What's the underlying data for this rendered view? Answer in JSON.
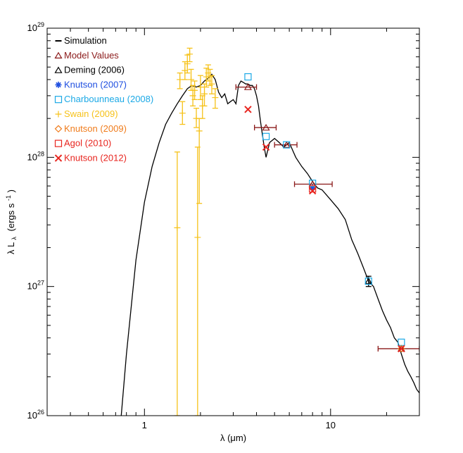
{
  "chart_data": {
    "type": "scatter",
    "title": "",
    "xlabel": "λ (μm)",
    "ylabel": "λ L",
    "ylabel_sub": "λ",
    "ylabel_unit": "(ergs s",
    "ylabel_unit_sup": "-1",
    "ylabel_unit_close": ")",
    "x_scale": "log",
    "y_scale": "log",
    "xlim": [
      0.3,
      30
    ],
    "ylim": [
      1e+26,
      1e+29
    ],
    "x_ticks": [
      {
        "value": 1,
        "label": "1"
      },
      {
        "value": 10,
        "label": "10"
      }
    ],
    "y_ticks": [
      {
        "value": 1e+26,
        "base": "10",
        "exp": "26"
      },
      {
        "value": 1e+27,
        "base": "10",
        "exp": "27"
      },
      {
        "value": 1e+28,
        "base": "10",
        "exp": "28"
      },
      {
        "value": 1e+29,
        "base": "10",
        "exp": "29"
      }
    ],
    "grid": false,
    "legend_position": "top-left",
    "legend": [
      {
        "label": "Simulation",
        "marker": "dash",
        "color": "#000000"
      },
      {
        "label": "Model Values",
        "marker": "triangle",
        "color": "#8B1A1A"
      },
      {
        "label": "Deming (2006)",
        "marker": "triangle",
        "color": "#000000"
      },
      {
        "label": "Knutson (2007)",
        "marker": "asterisk",
        "color": "#1F4FE0"
      },
      {
        "label": "Charbounneau (2008)",
        "marker": "square",
        "color": "#1BA9E6"
      },
      {
        "label": "Swain (2009)",
        "marker": "plus",
        "color": "#F6C21A"
      },
      {
        "label": "Knutson (2009)",
        "marker": "diamond",
        "color": "#F07C1C"
      },
      {
        "label": "Agol (2010)",
        "marker": "square",
        "color": "#E8251F"
      },
      {
        "label": "Knutson (2012)",
        "marker": "cross",
        "color": "#E8251F"
      }
    ],
    "simulation_curve": {
      "name": "Simulation",
      "color": "#000000",
      "x": [
        0.75,
        0.8,
        0.9,
        1.0,
        1.1,
        1.2,
        1.3,
        1.4,
        1.5,
        1.6,
        1.7,
        1.8,
        1.9,
        2.0,
        2.1,
        2.2,
        2.3,
        2.4,
        2.5,
        2.6,
        2.7,
        2.8,
        2.9,
        3.0,
        3.1,
        3.2,
        3.3,
        3.4,
        3.5,
        3.6,
        3.7,
        3.8,
        3.9,
        4.0,
        4.1,
        4.2,
        4.3,
        4.4,
        4.5,
        4.7,
        5.0,
        5.3,
        5.6,
        6.0,
        6.5,
        7.0,
        7.5,
        8.0,
        8.5,
        9.0,
        10.0,
        11.0,
        12.0,
        13.0,
        14.0,
        15.0,
        16.0,
        17.0,
        18.0,
        19.0,
        20.0,
        21.0,
        22.0,
        23.0,
        24.0,
        25.0,
        26.0,
        27.0,
        28.0,
        29.0,
        30.0
      ],
      "y": [
        1e+26,
        3e+26,
        1.6e+27,
        4.5e+27,
        8.5e+27,
        1.3e+28,
        1.8e+28,
        2.2e+28,
        2.6e+28,
        3e+28,
        3.4e+28,
        3.6e+28,
        3.5e+28,
        3.6e+28,
        3.9e+28,
        4.1e+28,
        4.4e+28,
        4e+28,
        3.2e+28,
        2.9e+28,
        3.1e+28,
        2.6e+28,
        2.7e+28,
        2.8e+28,
        2.6e+28,
        3.6e+28,
        3.9e+28,
        3.8e+28,
        3.7e+28,
        3.7e+28,
        3.6e+28,
        3.6e+28,
        3.4e+28,
        3e+28,
        2.5e+28,
        1.9e+28,
        1.5e+28,
        1.2e+28,
        1e+28,
        1.3e+28,
        1.4e+28,
        1.3e+28,
        1.2e+28,
        1.3e+28,
        1e+28,
        8.5e+27,
        7.5e+27,
        6.5e+27,
        5.8e+27,
        5.6e+27,
        4.7e+27,
        4e+27,
        3.3e+27,
        2.3e+27,
        1.8e+27,
        1.4e+27,
        1.1e+27,
        1e+27,
        8e+26,
        6.5e+26,
        5.5e+26,
        4.8e+26,
        4e+26,
        3.7e+26,
        3e+26,
        2.5e+26,
        2.2e+26,
        2e+26,
        1.8e+26,
        1.6e+26,
        1.5e+26
      ]
    },
    "series": [
      {
        "name": "Model Values",
        "marker": "triangle",
        "color": "#8B1A1A",
        "points": [
          {
            "x": 3.6,
            "y": 3.5e+28,
            "xerr_lo": 3.1,
            "xerr_hi": 4.0
          },
          {
            "x": 4.5,
            "y": 1.7e+28,
            "xerr_lo": 3.9,
            "xerr_hi": 5.1
          },
          {
            "x": 5.8,
            "y": 1.25e+28,
            "xerr_lo": 5.0,
            "xerr_hi": 6.6
          },
          {
            "x": 8.0,
            "y": 6.2e+27,
            "xerr_lo": 6.4,
            "xerr_hi": 10.2
          },
          {
            "x": 24.0,
            "y": 3.3e+26,
            "xerr_lo": 18.0,
            "xerr_hi": 30.0
          }
        ]
      },
      {
        "name": "Deming (2006)",
        "marker": "triangle",
        "color": "#000000",
        "points": [
          {
            "x": 16.0,
            "y": 1.1e+27,
            "yerr_lo": 1e+27,
            "yerr_hi": 1.2e+27
          }
        ]
      },
      {
        "name": "Knutson (2007)",
        "marker": "asterisk",
        "color": "#1F4FE0",
        "points": [
          {
            "x": 8.0,
            "y": 5.8e+27
          }
        ]
      },
      {
        "name": "Charbounneau (2008)",
        "marker": "square",
        "color": "#1BA9E6",
        "points": [
          {
            "x": 3.6,
            "y": 4.2e+28
          },
          {
            "x": 4.5,
            "y": 1.45e+28
          },
          {
            "x": 5.8,
            "y": 1.25e+28
          },
          {
            "x": 8.0,
            "y": 6.3e+27
          },
          {
            "x": 16.0,
            "y": 1.1e+27
          },
          {
            "x": 24.0,
            "y": 3.7e+26
          }
        ]
      },
      {
        "name": "Swain (2009)",
        "marker": "plus",
        "color": "#F6C21A",
        "points": [
          {
            "x": 1.5,
            "y": 2.85e+27,
            "yerr_lo": 1e+26,
            "yerr_hi": 1.1e+28
          },
          {
            "x": 1.55,
            "y": 4e+28,
            "yerr_lo": 3.4e+28,
            "yerr_hi": 4.5e+28
          },
          {
            "x": 1.6,
            "y": 2.2e+28,
            "yerr_lo": 1.8e+28,
            "yerr_hi": 2.7e+28
          },
          {
            "x": 1.65,
            "y": 4.7e+28,
            "yerr_lo": 4e+28,
            "yerr_hi": 5.5e+28
          },
          {
            "x": 1.7,
            "y": 5.3e+28,
            "yerr_lo": 4.5e+28,
            "yerr_hi": 6.2e+28
          },
          {
            "x": 1.75,
            "y": 6.3e+28,
            "yerr_lo": 5.5e+28,
            "yerr_hi": 7e+28
          },
          {
            "x": 1.78,
            "y": 4e+28,
            "yerr_lo": 3.3e+28,
            "yerr_hi": 4.8e+28
          },
          {
            "x": 1.82,
            "y": 3e+28,
            "yerr_lo": 2.5e+28,
            "yerr_hi": 3.6e+28
          },
          {
            "x": 1.86,
            "y": 3.3e+28,
            "yerr_lo": 2.8e+28,
            "yerr_hi": 3.9e+28
          },
          {
            "x": 1.9,
            "y": 2e+28,
            "yerr_lo": 1.7e+28,
            "yerr_hi": 2.4e+28
          },
          {
            "x": 1.93,
            "y": 2.4e+27,
            "yerr_lo": 1e+26,
            "yerr_hi": 1.2e+28
          },
          {
            "x": 1.97,
            "y": 1.6e+28,
            "yerr_lo": 4.4e+27,
            "yerr_hi": 2e+28
          },
          {
            "x": 2.0,
            "y": 3.5e+28,
            "yerr_lo": 2.8e+28,
            "yerr_hi": 4.3e+28
          },
          {
            "x": 2.05,
            "y": 2.5e+28,
            "yerr_lo": 2e+28,
            "yerr_hi": 3e+28
          },
          {
            "x": 2.1,
            "y": 3.1e+28,
            "yerr_lo": 2.5e+28,
            "yerr_hi": 3.7e+28
          },
          {
            "x": 2.15,
            "y": 4.2e+28,
            "yerr_lo": 3.5e+28,
            "yerr_hi": 4.9e+28
          },
          {
            "x": 2.2,
            "y": 4.5e+28,
            "yerr_lo": 3.9e+28,
            "yerr_hi": 5.2e+28
          },
          {
            "x": 2.25,
            "y": 4.2e+28,
            "yerr_lo": 3.6e+28,
            "yerr_hi": 4.8e+28
          },
          {
            "x": 2.3,
            "y": 3.7e+28,
            "yerr_lo": 3.1e+28,
            "yerr_hi": 4.3e+28
          },
          {
            "x": 2.4,
            "y": 2.9e+28,
            "yerr_lo": 2.4e+28,
            "yerr_hi": 3.4e+28
          }
        ]
      },
      {
        "name": "Knutson (2009)",
        "marker": "diamond",
        "color": "#F07C1C",
        "points": [
          {
            "x": 24.0,
            "y": 3.3e+26
          }
        ]
      },
      {
        "name": "Agol (2010)",
        "marker": "square",
        "color": "#E8251F",
        "points": [
          {
            "x": 8.0,
            "y": 5.7e+27
          }
        ]
      },
      {
        "name": "Knutson (2012)",
        "marker": "cross",
        "color": "#E8251F",
        "points": [
          {
            "x": 3.6,
            "y": 2.35e+28
          },
          {
            "x": 4.5,
            "y": 1.2e+28
          },
          {
            "x": 8.0,
            "y": 5.5e+27
          },
          {
            "x": 24.0,
            "y": 3.3e+26
          }
        ]
      }
    ]
  }
}
